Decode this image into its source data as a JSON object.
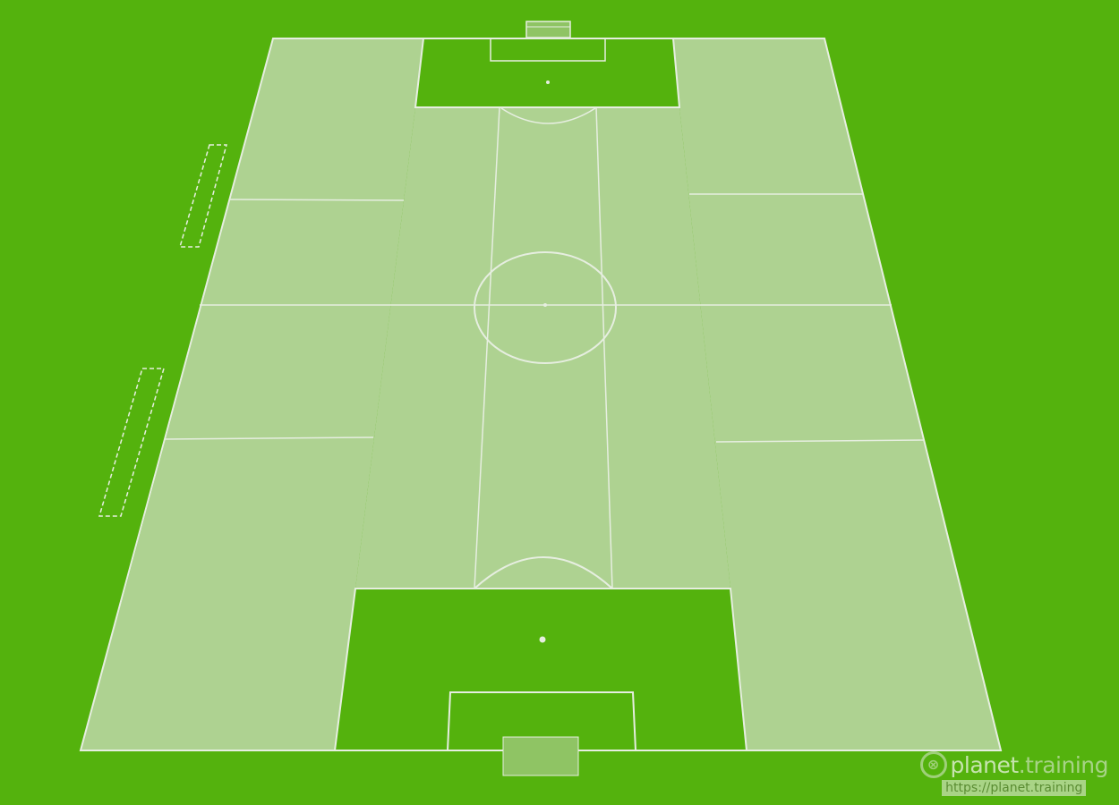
{
  "diagram": {
    "type": "football-pitch-zones",
    "colors": {
      "grass": "#54b20d",
      "zone": "#aed291",
      "lines": "#e6eee0"
    },
    "zones": [
      {
        "name": "zone-left-top"
      },
      {
        "name": "zone-left-2"
      },
      {
        "name": "zone-left-3"
      },
      {
        "name": "zone-left-4"
      },
      {
        "name": "zone-left-5"
      },
      {
        "name": "zone-left-bottom"
      },
      {
        "name": "zone-center"
      },
      {
        "name": "zone-right-top"
      },
      {
        "name": "zone-right-2"
      },
      {
        "name": "zone-right-3"
      },
      {
        "name": "zone-right-4"
      },
      {
        "name": "zone-right-5"
      },
      {
        "name": "zone-right-bottom"
      }
    ]
  },
  "watermark": {
    "brand_main": "planet",
    "brand_suffix": ".training",
    "url": "https://planet.training"
  }
}
